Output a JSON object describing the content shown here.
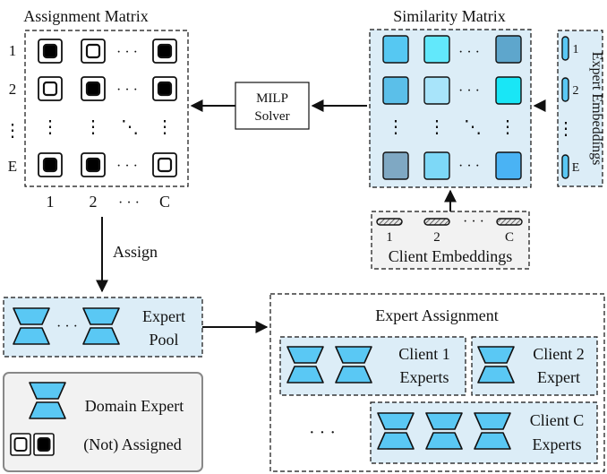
{
  "assignment_matrix": {
    "title": "Assignment Matrix",
    "row_labels": [
      "1",
      "2",
      "⋮",
      "E"
    ],
    "col_labels": [
      "1",
      "2",
      "· · ·",
      "C"
    ],
    "cells": [
      [
        "assigned",
        "not_assigned",
        "assigned"
      ],
      [
        "not_assigned",
        "assigned",
        "assigned"
      ],
      [
        "assigned",
        "assigned",
        "not_assigned"
      ]
    ]
  },
  "similarity_matrix": {
    "title": "Similarity Matrix",
    "cell_colors": [
      [
        "#56c8f2",
        "#62e8fb",
        "#5ea6cc"
      ],
      [
        "#5bbfe9",
        "#a8e4fa",
        "#19e6f6"
      ],
      [
        "#7fa8c3",
        "#7dd8f7",
        "#4ab3f4"
      ]
    ]
  },
  "solver": {
    "line1": "MILP",
    "line2": "Solver"
  },
  "expert_embeddings": {
    "label": "Expert Embeddings",
    "items": [
      "1",
      "2",
      "E"
    ]
  },
  "client_embeddings": {
    "label": "Client Embeddings",
    "items": [
      "1",
      "2",
      "C"
    ],
    "dots": "· · ·"
  },
  "assign_label": "Assign",
  "expert_pool": {
    "line1": "Expert",
    "line2": "Pool",
    "dots": "· · ·"
  },
  "expert_assignment": {
    "title": "Expert Assignment",
    "clients": [
      {
        "line1": "Client 1",
        "line2": "Experts",
        "experts": 2
      },
      {
        "line1": "Client 2",
        "line2": "Expert",
        "experts": 1
      },
      {
        "line1": "Client C",
        "line2": "Experts",
        "experts": 3
      }
    ],
    "dots": "· · ·"
  },
  "legend": {
    "domain_expert": "Domain Expert",
    "assigned": "(Not) Assigned"
  },
  "colors": {
    "panel_fill": "#dcedf7",
    "expert_fill": "#5ac8f4",
    "legend_fill": "#f2f2f2",
    "cell_fill": "#000000",
    "ink": "#111111"
  },
  "dots": {
    "h": "· · ·",
    "v": "⋮",
    "d": "⋱"
  }
}
